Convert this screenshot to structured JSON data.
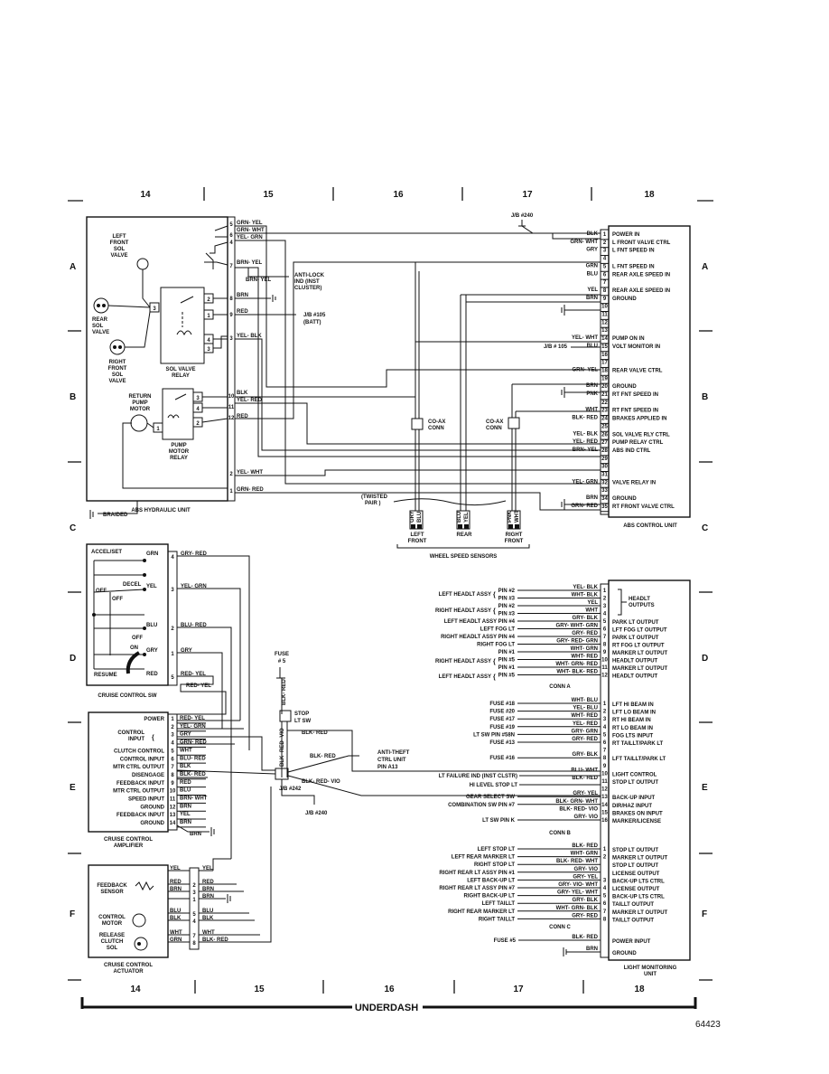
{
  "grid": {
    "columns": [
      "14",
      "15",
      "16",
      "17",
      "18"
    ],
    "rows": [
      "A",
      "B",
      "C",
      "D",
      "E",
      "F"
    ]
  },
  "footer": {
    "title": "UNDERDASH",
    "fig_number": "64423"
  },
  "abs_unit": {
    "title": "ABS HYDRAULIC UNIT",
    "braided": "BRAIDED",
    "left_front_sol_valve": [
      "LEFT",
      "FRONT",
      "SOL",
      "VALVE"
    ],
    "rear_sol_valve": [
      "REAR",
      "SOL",
      "VALVE"
    ],
    "right_front_sol_valve": [
      "RIGHT",
      "FRONT",
      "SOL",
      "VALVE"
    ],
    "sol_valve_relay": [
      "SOL VALVE",
      "RELAY"
    ],
    "return_pump_motor": [
      "RETURN",
      "PUMP",
      "MOTOR"
    ],
    "pump_motor_relay": [
      "PUMP",
      "MOTOR",
      "RELAY"
    ],
    "connector_pins": [
      "5",
      "6",
      "4",
      "7",
      "8",
      "9",
      "3",
      "10",
      "11",
      "12",
      "2",
      "1"
    ],
    "wires": [
      {
        "pin": "5",
        "color": "GRN- YEL"
      },
      {
        "pin": "6",
        "color": "GRN- WHT"
      },
      {
        "pin": "4",
        "color": "YEL- GRN"
      },
      {
        "pin": "7",
        "color": "BRN- YEL"
      },
      {
        "pin": "8",
        "color": "BRN"
      },
      {
        "pin": "9",
        "color": "RED"
      },
      {
        "pin": "3",
        "color": "YEL- BLK"
      },
      {
        "pin": "10",
        "color": "BLK"
      },
      {
        "pin": "11",
        "color": "YEL- RED"
      },
      {
        "pin": "12",
        "color": "RED"
      },
      {
        "pin": "2",
        "color": "YEL- WHT"
      },
      {
        "pin": "1",
        "color": "GRN- RED"
      }
    ],
    "relay_pins": [
      "2",
      "1",
      "4",
      "3",
      "3",
      "4",
      "1",
      "2"
    ],
    "anti_lock_ind": [
      "ANTI-LOCK",
      "IND (INST",
      "CLUSTER)"
    ],
    "brn_yel_label": "BRN- YEL",
    "jb105": [
      "J/B #105",
      "(BATT)"
    ]
  },
  "abs_control": {
    "title": "ABS CONTROL UNIT",
    "jb240": "J/B #240",
    "jb105": "J/B # 105",
    "pins": [
      {
        "n": "1",
        "wire": "BLK",
        "label": "POWER IN"
      },
      {
        "n": "2",
        "wire": "GRN- WHT",
        "label": "L FRONT VALVE CTRL"
      },
      {
        "n": "3",
        "wire": "GRY",
        "label": "L FNT SPEED IN"
      },
      {
        "n": "4",
        "wire": "",
        "label": ""
      },
      {
        "n": "5",
        "wire": "GRN",
        "label": "L FNT SPEED IN"
      },
      {
        "n": "6",
        "wire": "BLU",
        "label": "REAR AXLE SPEED IN"
      },
      {
        "n": "7",
        "wire": "",
        "label": ""
      },
      {
        "n": "8",
        "wire": "YEL",
        "label": "REAR AXLE SPEED IN"
      },
      {
        "n": "9",
        "wire": "BRN",
        "label": "GROUND"
      },
      {
        "n": "10",
        "wire": "",
        "label": ""
      },
      {
        "n": "11",
        "wire": "",
        "label": ""
      },
      {
        "n": "12",
        "wire": "",
        "label": ""
      },
      {
        "n": "13",
        "wire": "",
        "label": ""
      },
      {
        "n": "14",
        "wire": "YEL- WHT",
        "label": "PUMP ON IN"
      },
      {
        "n": "15",
        "wire": "BLU",
        "label": "VOLT MONITOR IN"
      },
      {
        "n": "16",
        "wire": "",
        "label": ""
      },
      {
        "n": "17",
        "wire": "",
        "label": ""
      },
      {
        "n": "18",
        "wire": "GRN- YEL",
        "label": "REAR VALVE CTRL"
      },
      {
        "n": "19",
        "wire": "",
        "label": ""
      },
      {
        "n": "20",
        "wire": "BRN",
        "label": "GROUND"
      },
      {
        "n": "21",
        "wire": "PNK",
        "label": "RT FNT SPEED IN"
      },
      {
        "n": "22",
        "wire": "",
        "label": ""
      },
      {
        "n": "23",
        "wire": "WHT",
        "label": "RT FNT SPEED IN"
      },
      {
        "n": "24",
        "wire": "BLK- RED",
        "label": "BRAKES APPLIED IN"
      },
      {
        "n": "25",
        "wire": "",
        "label": ""
      },
      {
        "n": "26",
        "wire": "YEL- BLK",
        "label": "SOL VALVE RLY CTRL"
      },
      {
        "n": "27",
        "wire": "YEL- RED",
        "label": "PUMP RELAY CTRL"
      },
      {
        "n": "28",
        "wire": "BRN- YEL",
        "label": "ABS IND CTRL"
      },
      {
        "n": "29",
        "wire": "",
        "label": ""
      },
      {
        "n": "30",
        "wire": "",
        "label": ""
      },
      {
        "n": "31",
        "wire": "",
        "label": ""
      },
      {
        "n": "32",
        "wire": "YEL- GRN",
        "label": "VALVE RELAY IN"
      },
      {
        "n": "33",
        "wire": "",
        "label": ""
      },
      {
        "n": "34",
        "wire": "BRN",
        "label": "GROUND"
      },
      {
        "n": "35",
        "wire": "GRN- RED",
        "label": "RT FRONT VALVE CTRL"
      }
    ],
    "coax1": [
      "CO-AX",
      "CONN"
    ],
    "coax2": [
      "CO-AX",
      "CONN"
    ],
    "twisted_pair": [
      "(TWISTED",
      "PAIR )"
    ],
    "sensors": [
      {
        "label": [
          "LEFT",
          "FRONT"
        ],
        "wires": [
          "GRY",
          "BLU"
        ]
      },
      {
        "label": [
          "REAR"
        ],
        "wires": [
          "BLU",
          "YEL"
        ]
      },
      {
        "label": [
          "RIGHT",
          "FRONT"
        ],
        "wires": [
          "PNK",
          "WHT"
        ]
      }
    ],
    "wheel_speed_sensors": "WHEEL  SPEED  SENSORS"
  },
  "cruise_sw": {
    "title": "CRUISE CONTROL SW",
    "accel_set": "ACCEL/SET",
    "decel": "DECEL",
    "off1": "OFF",
    "off2": "OFF",
    "off3": "OFF",
    "on": "ON",
    "resume": "RESUME",
    "wires": [
      {
        "pin": "4",
        "inner": "GRN",
        "outer": "GRY- RED"
      },
      {
        "pin": "3",
        "inner": "YEL",
        "outer": "YEL- GRN"
      },
      {
        "pin": "2",
        "inner": "BLU",
        "outer": "BLU- RED"
      },
      {
        "pin": "1",
        "inner": "GRY",
        "outer": "GRY"
      },
      {
        "pin": "5",
        "inner": "RED",
        "outer": "RED- YEL"
      }
    ],
    "red_yel_2": "RED- YEL"
  },
  "amplifier": {
    "title": [
      "CRUISE CONTROL",
      "AMPLIFIER"
    ],
    "pins": [
      {
        "n": "1",
        "label": "POWER",
        "wire": "RED- YEL"
      },
      {
        "n": "2",
        "label": "",
        "wire": "YEL- GRN"
      },
      {
        "n": "3",
        "label": "",
        "wire": "GRY"
      },
      {
        "n": "4",
        "label": "",
        "wire": "GRN- RED"
      },
      {
        "n": "5",
        "label": "CLUTCH CONTROL",
        "wire": "WHT"
      },
      {
        "n": "6",
        "label": "CONTROL INPUT",
        "wire": "BLU- RED"
      },
      {
        "n": "7",
        "label": "MTR CTRL OUTPUT",
        "wire": "BLK"
      },
      {
        "n": "8",
        "label": "DISENGAGE",
        "wire": "BLK- RED"
      },
      {
        "n": "9",
        "label": "FEEDBACK INPUT",
        "wire": "RED"
      },
      {
        "n": "10",
        "label": "MTR CTRL OUTPUT",
        "wire": "BLU"
      },
      {
        "n": "11",
        "label": "SPEED INPUT",
        "wire": "BRN- WHT"
      },
      {
        "n": "12",
        "label": "GROUND",
        "wire": "BRN"
      },
      {
        "n": "13",
        "label": "FEEDBACK INPUT",
        "wire": "YEL"
      },
      {
        "n": "14",
        "label": "GROUND",
        "wire": "BRN"
      }
    ],
    "control_input": [
      "CONTROL",
      "INPUT"
    ],
    "brn_ground": "BRN"
  },
  "actuator": {
    "title": [
      "CRUISE CONTROL",
      "ACTUATOR"
    ],
    "feedback_sensor": [
      "FEEDBACK",
      "SENSOR"
    ],
    "control_motor": [
      "CONTROL",
      "MOTOR"
    ],
    "release_clutch_sol": [
      "RELEASE",
      "CLUTCH",
      "SOL"
    ],
    "wires": [
      {
        "n": "",
        "inner": "YEL",
        "outer": "YEL"
      },
      {
        "n": "2",
        "inner": "RED",
        "outer": "RED"
      },
      {
        "n": "3",
        "inner": "BRN",
        "outer": "BRN"
      },
      {
        "n": "1",
        "inner": "",
        "outer": "BRN"
      },
      {
        "n": "5",
        "inner": "BLU",
        "outer": "BLU"
      },
      {
        "n": "4",
        "inner": "BLK",
        "outer": "BLK"
      },
      {
        "n": "7",
        "inner": "WHT",
        "outer": "WHT"
      },
      {
        "n": "8",
        "inner": "GRN",
        "outer": "BLK- RED"
      }
    ]
  },
  "middle": {
    "fuse5": [
      "FUSE",
      "# 5"
    ],
    "blk_red_v": "BLK- RED",
    "blk_red_vio_v": "BLK- RED- VIO",
    "stop_lt_sw": [
      "STOP",
      "LT SW"
    ],
    "blk_red_1": "BLK- RED",
    "blk_red_2": "BLK- RED",
    "blk_red_vio": "BLK- RED- VIO",
    "anti_theft": [
      "ANTI-THEFT",
      "CTRL UNIT",
      "PIN A13"
    ],
    "jb242": "J/B #242",
    "jb240": "J/B #240"
  },
  "lmu": {
    "title": [
      "LIGHT MONITORING",
      "UNIT"
    ],
    "conn_a": "CONN  A",
    "conn_b": "CONN  B",
    "conn_c": "CONN  C",
    "headlt_outputs": [
      "HEADLT",
      "OUTPUTS"
    ],
    "a_rows": [
      {
        "src": "PIN #2",
        "wire": "YEL- BLK",
        "n": "1",
        "out": ""
      },
      {
        "src": "PIN #3",
        "wire": "WHT- BLK",
        "n": "2",
        "out": ""
      },
      {
        "src": "PIN #2",
        "wire": "YEL",
        "n": "3",
        "out": ""
      },
      {
        "src": "PIN #3",
        "wire": "WHT",
        "n": "4",
        "out": ""
      },
      {
        "src": "LEFT HEADLT ASSY PIN #4",
        "wire": "GRY- BLK",
        "n": "5",
        "out": "PARK LT OUTPUT"
      },
      {
        "src": "LEFT FOG LT",
        "wire": "GRY- WHT- GRN",
        "n": "6",
        "out": "LFT FOG LT OUTPUT"
      },
      {
        "src": "RIGHT HEADLT ASSY PIN #4",
        "wire": "GRY- RED",
        "n": "7",
        "out": "PARK LT OUTPUT"
      },
      {
        "src": "RIGHT FOG LT",
        "wire": "GRY- RED- GRN",
        "n": "8",
        "out": "RT FOG LT OUTPUT"
      },
      {
        "src": "PIN #1",
        "wire": "WHT- GRN",
        "n": "9",
        "out": "MARKER LT OUTPUT"
      },
      {
        "src": "PIN #5",
        "wire": "WHT- RED",
        "n": "10",
        "out": "HEADLT OUTPUT"
      },
      {
        "src": "PIN #1",
        "wire": "WHT- GRN- RED",
        "n": "11",
        "out": "MARKER LT OUTPUT"
      },
      {
        "src": "PIN #5",
        "wire": "WHT- BLK- RED",
        "n": "12",
        "out": "HEADLT OUTPUT"
      }
    ],
    "a_groups": [
      "LEFT HEADLT ASSY",
      "RIGHT HEADLT ASSY",
      "RIGHT HEADLT ASSY",
      "LEFT HEADLT ASSY"
    ],
    "b_rows": [
      {
        "src": "FUSE #18",
        "wire": "WHT- BLU",
        "n": "1",
        "out": "LFT HI BEAM IN"
      },
      {
        "src": "FUSE #20",
        "wire": "YEL- BLU",
        "n": "2",
        "out": "LFT LO BEAM IN"
      },
      {
        "src": "FUSE #17",
        "wire": "WHT- RED",
        "n": "3",
        "out": "RT HI BEAM IN"
      },
      {
        "src": "FUSE #19",
        "wire": "YEL- RED",
        "n": "4",
        "out": "RT LO BEAM IN"
      },
      {
        "src": "LT SW PIN #58N",
        "wire": "GRY- GRN",
        "n": "5",
        "out": "FOG LTS INPUT"
      },
      {
        "src": "FUSE #13",
        "wire": "GRY- RED",
        "n": "6",
        "out": "RT TAILLT/PARK LT"
      },
      {
        "src": "",
        "wire": "",
        "n": "7",
        "out": ""
      },
      {
        "src": "FUSE #16",
        "wire": "GRY- BLK",
        "n": "8",
        "out": "LFT TAILLT/PARK LT"
      },
      {
        "src": "",
        "wire": "",
        "n": "9",
        "out": ""
      },
      {
        "src": "",
        "wire": "BLU- WHT",
        "n": "10",
        "out": "LIGHT CONTROL"
      },
      {
        "src": "",
        "wire": "BLK- RED",
        "n": "11",
        "out": "STOP LT OUTPUT"
      },
      {
        "src": "",
        "wire": "",
        "n": "12",
        "out": ""
      },
      {
        "src": "GEAR SELECT SW",
        "wire": "GRY- YEL",
        "n": "13",
        "out": "BACK-UP INPUT"
      },
      {
        "src": "COMBINATION SW PIN #7",
        "wire": "BLK- GRN- WHT",
        "n": "14",
        "out": "DIR/HAZ INPUT"
      },
      {
        "src": "",
        "wire": "BLK- RED- VIO",
        "n": "15",
        "out": "BRAKES ON INPUT"
      },
      {
        "src": "LT SW PIN K",
        "wire": "GRY- VIO",
        "n": "16",
        "out": "MARKER/LICENSE"
      }
    ],
    "lt_failure": "LT FAILURE IND (INST CLSTR)",
    "hi_level_stop": "HI LEVEL STOP LT",
    "c_rows": [
      {
        "src": "LEFT STOP LT",
        "wire": "BLK- RED",
        "n": "1",
        "out": "STOP LT OUTPUT"
      },
      {
        "src": "LEFT REAR MARKER LT",
        "wire": "WHT- GRN",
        "n": "2",
        "out": "MARKER LT OUTPUT"
      },
      {
        "src": "RIGHT STOP LT",
        "wire": "BLK- RED- WHT",
        "n": "",
        "out": "STOP LT OUTPUT"
      },
      {
        "src": "RIGHT REAR LT ASSY PIN #1",
        "wire": "GRY- VIO",
        "n": "",
        "out": "LICENSE OUTPUT"
      },
      {
        "src": "LEFT BACK-UP LT",
        "wire": "GRY- YEL",
        "n": "3",
        "out": "BACK-UP LTS CTRL"
      },
      {
        "src": "RIGHT REAR LT ASSY PIN #7",
        "wire": "GRY- VIO- WHT",
        "n": "4",
        "out": "LICENSE OUTPUT"
      },
      {
        "src": "RIGHT BACK-UP LT",
        "wire": "GRY- YEL- WHT",
        "n": "5",
        "out": "BACK-UP LTS CTRL"
      },
      {
        "src": "LEFT TAILLT",
        "wire": "GRY- BLK",
        "n": "6",
        "out": "TAILLT OUTPUT"
      },
      {
        "src": "RIGHT REAR MARKER LT",
        "wire": "WHT- GRN- BLK",
        "n": "7",
        "out": "MARKER LT OUTPUT"
      },
      {
        "src": "RIGHT TAILLT",
        "wire": "GRY- RED",
        "n": "8",
        "out": "TAILLT OUTPUT"
      }
    ],
    "power_rows": [
      {
        "src": "FUSE #5",
        "wire": "BLK- RED",
        "out": "POWER INPUT"
      },
      {
        "src": "",
        "wire": "BRN",
        "out": "GROUND"
      }
    ]
  }
}
